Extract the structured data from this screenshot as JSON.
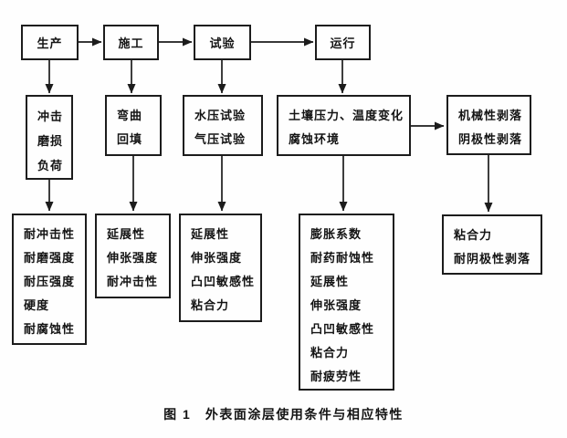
{
  "figure": {
    "caption": "图 1　外表面涂层使用条件与相应特性"
  },
  "flow": {
    "stages": [
      {
        "label": "生产"
      },
      {
        "label": "施工"
      },
      {
        "label": "试验"
      },
      {
        "label": "运行"
      }
    ],
    "conditions": [
      {
        "lines": [
          "冲击",
          "磨损",
          "负荷"
        ]
      },
      {
        "lines": [
          "弯曲",
          "回填"
        ]
      },
      {
        "lines": [
          "水压试验",
          "气压试验"
        ]
      },
      {
        "lines": [
          "土壤压力、温度变化",
          "腐蚀环境"
        ]
      },
      {
        "lines": [
          "机械性剥落",
          "阴极性剥落"
        ]
      }
    ],
    "properties": [
      {
        "lines": [
          "耐冲击性",
          "耐磨强度",
          "耐压强度",
          "硬度",
          "耐腐蚀性"
        ]
      },
      {
        "lines": [
          "延展性",
          "伸张强度",
          "耐冲击性"
        ]
      },
      {
        "lines": [
          "延展性",
          "伸张强度",
          "凸凹敏感性",
          "粘合力"
        ]
      },
      {
        "lines": [
          "膨胀系数",
          "耐药耐蚀性",
          "延展性",
          "伸张强度",
          "凸凹敏感性",
          "粘合力",
          "耐疲劳性"
        ]
      },
      {
        "lines": [
          "粘合力",
          "耐阴极性剥落"
        ]
      }
    ]
  },
  "colors": {
    "background": "#fefefe",
    "line": "#1c1c1c",
    "text": "#141414"
  }
}
